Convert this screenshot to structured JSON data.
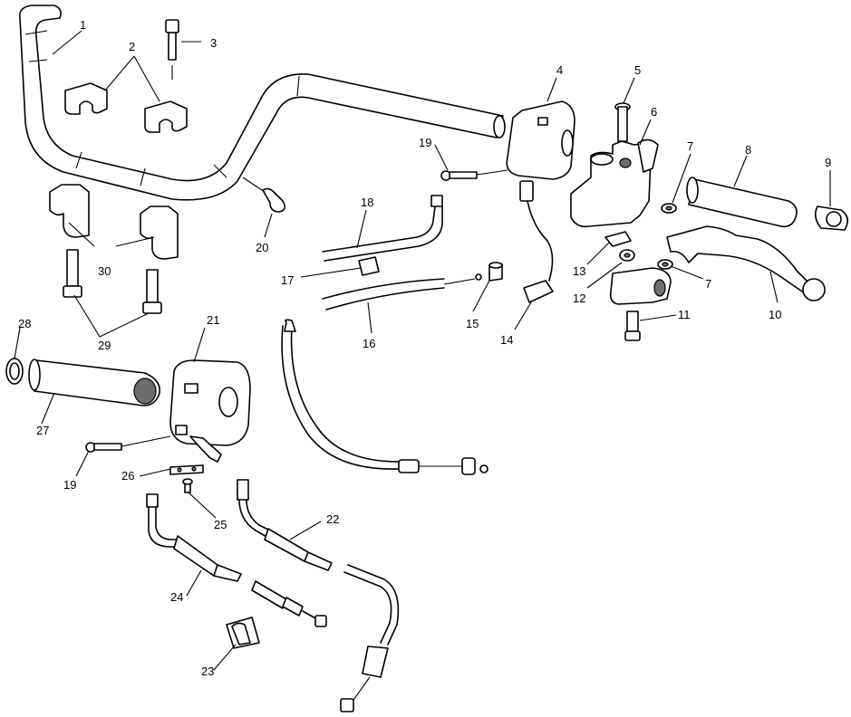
{
  "callouts": [
    {
      "id": "c1",
      "text": "1"
    },
    {
      "id": "c2",
      "text": "2"
    },
    {
      "id": "c3",
      "text": "3"
    },
    {
      "id": "c4",
      "text": "4"
    },
    {
      "id": "c5",
      "text": "5"
    },
    {
      "id": "c6",
      "text": "6"
    },
    {
      "id": "c7a",
      "text": "7"
    },
    {
      "id": "c7b",
      "text": "7"
    },
    {
      "id": "c8",
      "text": "8"
    },
    {
      "id": "c9",
      "text": "9"
    },
    {
      "id": "c10",
      "text": "10"
    },
    {
      "id": "c11",
      "text": "11"
    },
    {
      "id": "c12",
      "text": "12"
    },
    {
      "id": "c13",
      "text": "13"
    },
    {
      "id": "c14",
      "text": "14"
    },
    {
      "id": "c15",
      "text": "15"
    },
    {
      "id": "c16",
      "text": "16"
    },
    {
      "id": "c17",
      "text": "17"
    },
    {
      "id": "c18",
      "text": "18"
    },
    {
      "id": "c19a",
      "text": "19"
    },
    {
      "id": "c19b",
      "text": "19"
    },
    {
      "id": "c20",
      "text": "20"
    },
    {
      "id": "c21",
      "text": "21"
    },
    {
      "id": "c22",
      "text": "22"
    },
    {
      "id": "c23",
      "text": "23"
    },
    {
      "id": "c24",
      "text": "24"
    },
    {
      "id": "c25",
      "text": "25"
    },
    {
      "id": "c26",
      "text": "26"
    },
    {
      "id": "c27",
      "text": "27"
    },
    {
      "id": "c28",
      "text": "28"
    },
    {
      "id": "c29",
      "text": "29"
    },
    {
      "id": "c30",
      "text": "30"
    }
  ]
}
